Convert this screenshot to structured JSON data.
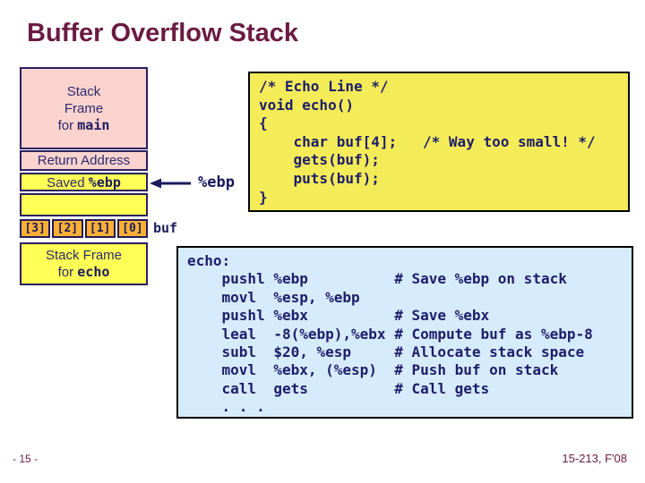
{
  "slide": {
    "title": "Buffer Overflow Stack",
    "footer_left": "- 15 -",
    "footer_right": "15-213, F'08"
  },
  "stack_diagram": {
    "main_frame_line1": "Stack",
    "main_frame_line2": "Frame",
    "main_frame_for": "for",
    "main_frame_fn": "main",
    "return_address": "Return Address",
    "saved_label": "Saved",
    "saved_reg": "%ebp",
    "buf_cells": [
      "[3]",
      "[2]",
      "[1]",
      "[0]"
    ],
    "buf_label": "buf",
    "ebp_pointer": "%ebp",
    "echo_frame_line1": "Stack Frame",
    "echo_frame_for": "for",
    "echo_frame_fn": "echo"
  },
  "c_code": {
    "lines": [
      "/* Echo Line */",
      "void echo()",
      "{",
      "    char buf[4];   /* Way too small! */",
      "    gets(buf);",
      "    puts(buf);",
      "}"
    ]
  },
  "asm_code": {
    "lines": [
      "echo:",
      "    pushl %ebp          # Save %ebp on stack",
      "    movl  %esp, %ebp",
      "    pushl %ebx          # Save %ebx",
      "    leal  -8(%ebp),%ebx # Compute buf as %ebp-8",
      "    subl  $20, %esp     # Allocate stack space",
      "    movl  %ebx, (%esp)  # Push buf on stack",
      "    call  gets          # Call gets",
      "    . . ."
    ]
  },
  "colors": {
    "title_maroon": "#6B1B43",
    "stack_pink": "#FAD2CE",
    "stack_yellow": "#FFFF55",
    "buf_orange": "#FBAF35",
    "c_panel_yellow": "#F4EB58",
    "asm_panel_blue": "#D6EBFB",
    "code_ink_navy": "#1D1D6B"
  }
}
